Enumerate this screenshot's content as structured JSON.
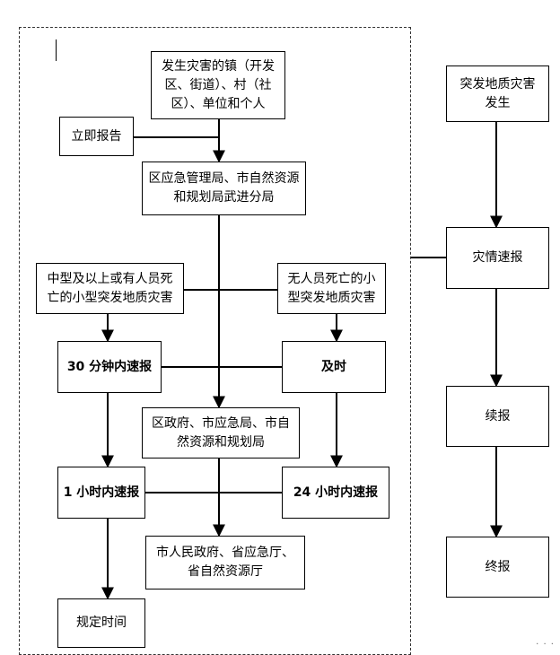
{
  "left_flow": {
    "incident_source": "发生灾害的镇（开发\n区、街道）、村（社\n区）、单位和个人",
    "report_now": "立即报告",
    "district_bureaus": "区应急管理局、市自然资源\n和规划局武进分局",
    "major_case": "中型及以上或有人员死\n亡的小型突发地质灾害",
    "minor_case": "无人员死亡的小\n型突发地质灾害",
    "report_30min": "30 分钟内速报",
    "timely": "及时",
    "district_gov": "区政府、市应急局、市自\n然资源和规划局",
    "report_1h": "1 小时内速报",
    "report_24h": "24 小时内速报",
    "city_gov": "市人民政府、省应急厅、\n省自然资源厅",
    "specified_time": "规定时间"
  },
  "right_flow": {
    "occurrence": "突发地质灾害\n发生",
    "quick_report": "灾情速报",
    "follow_up": "续报",
    "final_report": "终报"
  },
  "footer": {
    "dots": "· · ·"
  }
}
